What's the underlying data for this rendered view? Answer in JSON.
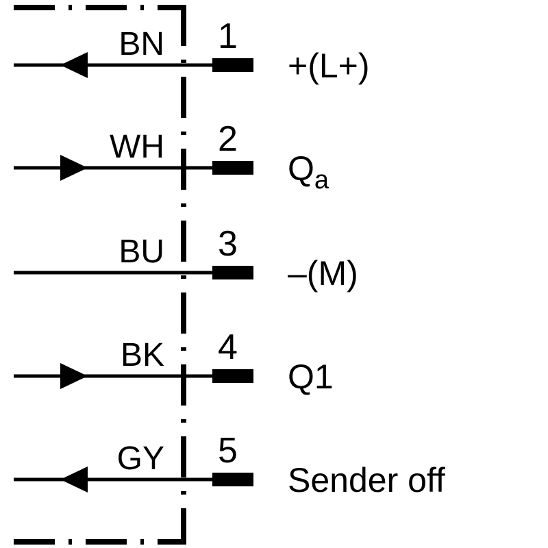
{
  "diagram": {
    "type": "connector-wiring",
    "line_color": "#000000",
    "background": "#ffffff",
    "pins": [
      {
        "pin": "1",
        "wire_color": "BN",
        "signal": "+(L+)",
        "signal_sub": "",
        "arrow": "left"
      },
      {
        "pin": "2",
        "wire_color": "WH",
        "signal": "Q",
        "signal_sub": "a",
        "arrow": "right"
      },
      {
        "pin": "3",
        "wire_color": "BU",
        "signal": "–(M)",
        "signal_sub": "",
        "arrow": "none"
      },
      {
        "pin": "4",
        "wire_color": "BK",
        "signal": "Q1",
        "signal_sub": "",
        "arrow": "right"
      },
      {
        "pin": "5",
        "wire_color": "GY",
        "signal": "Sender off",
        "signal_sub": "",
        "arrow": "left"
      }
    ]
  }
}
